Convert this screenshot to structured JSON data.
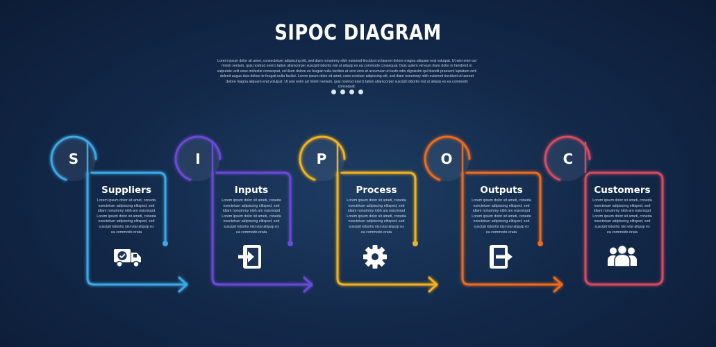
{
  "header": {
    "title": "SIPOC DIAGRAM",
    "description": "Lorem ipsum dolor sit amet, consectetuer adipiscing elit, sed diam nonummy nibh euismod tincidunt ut laoreet dolore magna aliquam erat volutpat. Ut wisi enim ad minim veniam, quis nostrud exerci tation ullamcorper suscipit lobortis nisl ut aliquip ex ea commodo consequat. Duis autem vel eum iriure dolor in hendrerit in vulputate velit esse molestie consequat, vel illum dolore eu feugiat nulla facilisis at vero eros et accumsan et iusto odio dignissim qui blandit praesent luptatum zzril delenit augue duis dolore te feugait nulla facilisi. Lorem ipsum dolor sit amet, cons ectetuer adipiscing elit, sed diam nonummy nibh euismod tincidunt ut laoreet dolore magna aliquam erat volutpat. Ut wisi enim ad minim veniam, quis nostrud exerci tation ullamcorper suscipit lobortis nisl ut aliquip ex ea commodo consequat."
  },
  "stages": [
    {
      "letter": "S",
      "title": "Suppliers",
      "description": "Lorem ipsum dolor sit amet, coneda nsectetuer adipiscing elitsped, sed idiam nonummy nibh aro euismopd Lorem ipsum dolor sit ameti, coneda nsectetuer adipiscing elitsped, sed suscipit lobortis nisl utal aliquip ex ea commodo orata",
      "icon": "delivery-truck-icon",
      "color": "#3aa8e4"
    },
    {
      "letter": "I",
      "title": "Inputs",
      "description": "Lorem ipsum dolor sit ameti, coneda nsectetuer adipiscing elitsped, sed idiam nonummy nibh aro euismopd Lorem ipsum dolor sit ameti, coneda nsectetuer adipiscing elitsped, sed suscipit lobortis nisl utal aliquip ex ea commodo orata",
      "icon": "sign-in-icon",
      "color": "#6a4ad6"
    },
    {
      "letter": "P",
      "title": "Process",
      "description": "Lorem ipsum dolor sit ameti, coneda nsectetuer adipiscing elitsped, sed idiam nonummy nibh aro euismopd Lorem ipsum dolor sit ameti, coneda nsectetuer adipiscing elitsped, sed suscipit lobortis nisl utal aliquip ex ea commodo orata",
      "icon": "gear-icon",
      "color": "#f2b01e"
    },
    {
      "letter": "O",
      "title": "Outputs",
      "description": "Lorem ipsum dolor sit ameti, coneda nsectetuer adipiscing elitsped, sed idiam nonummy nibh aro euismopd Lorem ipsum dolor sit ameti, coneda nsectetuer adipiscing elitsped, sed suscipit lobortis nisl utal aliquip ex ea commodo orata",
      "icon": "sign-out-icon",
      "color": "#ee6a1c"
    },
    {
      "letter": "C",
      "title": "Customers",
      "description": "Lorem ipsum dolor sit ameti, coneda nsectetuer adipiscing elitsped, sed idiam nonummy nibh aro euismopd Lorem ipsum dolor sit ameti, coneda nsectetuer adipiscing elitsped, sed suscipit lobortis nisl utal aliquip ex ea commodo orata",
      "icon": "people-group-icon",
      "color": "#d64a5e"
    }
  ]
}
